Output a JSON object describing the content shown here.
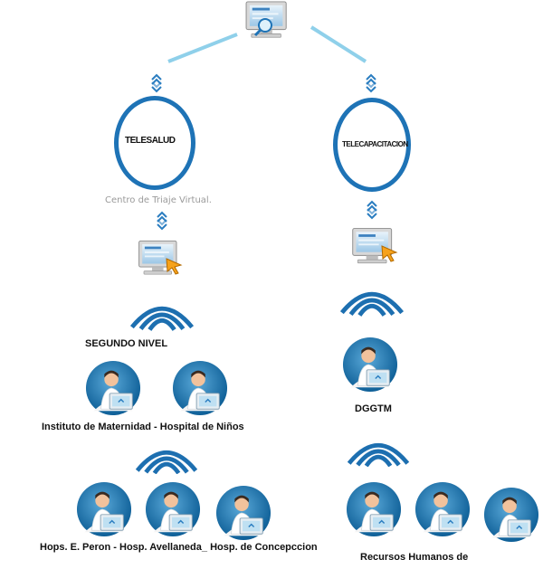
{
  "nodes": {
    "telesalud": "TELESALUD",
    "telecapacitacion": "TELECAPACITACION",
    "telesalud_caption": "Centro de Triaje Virtual.",
    "segundo_nivel": "SEGUNDO NIVEL",
    "segundo_nivel_hospitals": "Instituto de Maternidad - Hospital de Niños",
    "dggtm": "DGGTM",
    "tercer_nivel_hospitals": "Hops. E. Peron - Hosp. Avellaneda_ Hosp. de Concepccion",
    "recursos_humanos": "Recursos Humanos de"
  },
  "colors": {
    "circle": "#1e73b6",
    "connector": "#8fd0ea",
    "signal": "#1d6fb0",
    "chevron": "#2a7dc0"
  },
  "icons": [
    "computer-icon",
    "doctor-icon",
    "signal-waves-icon",
    "double-chevron-icon"
  ]
}
